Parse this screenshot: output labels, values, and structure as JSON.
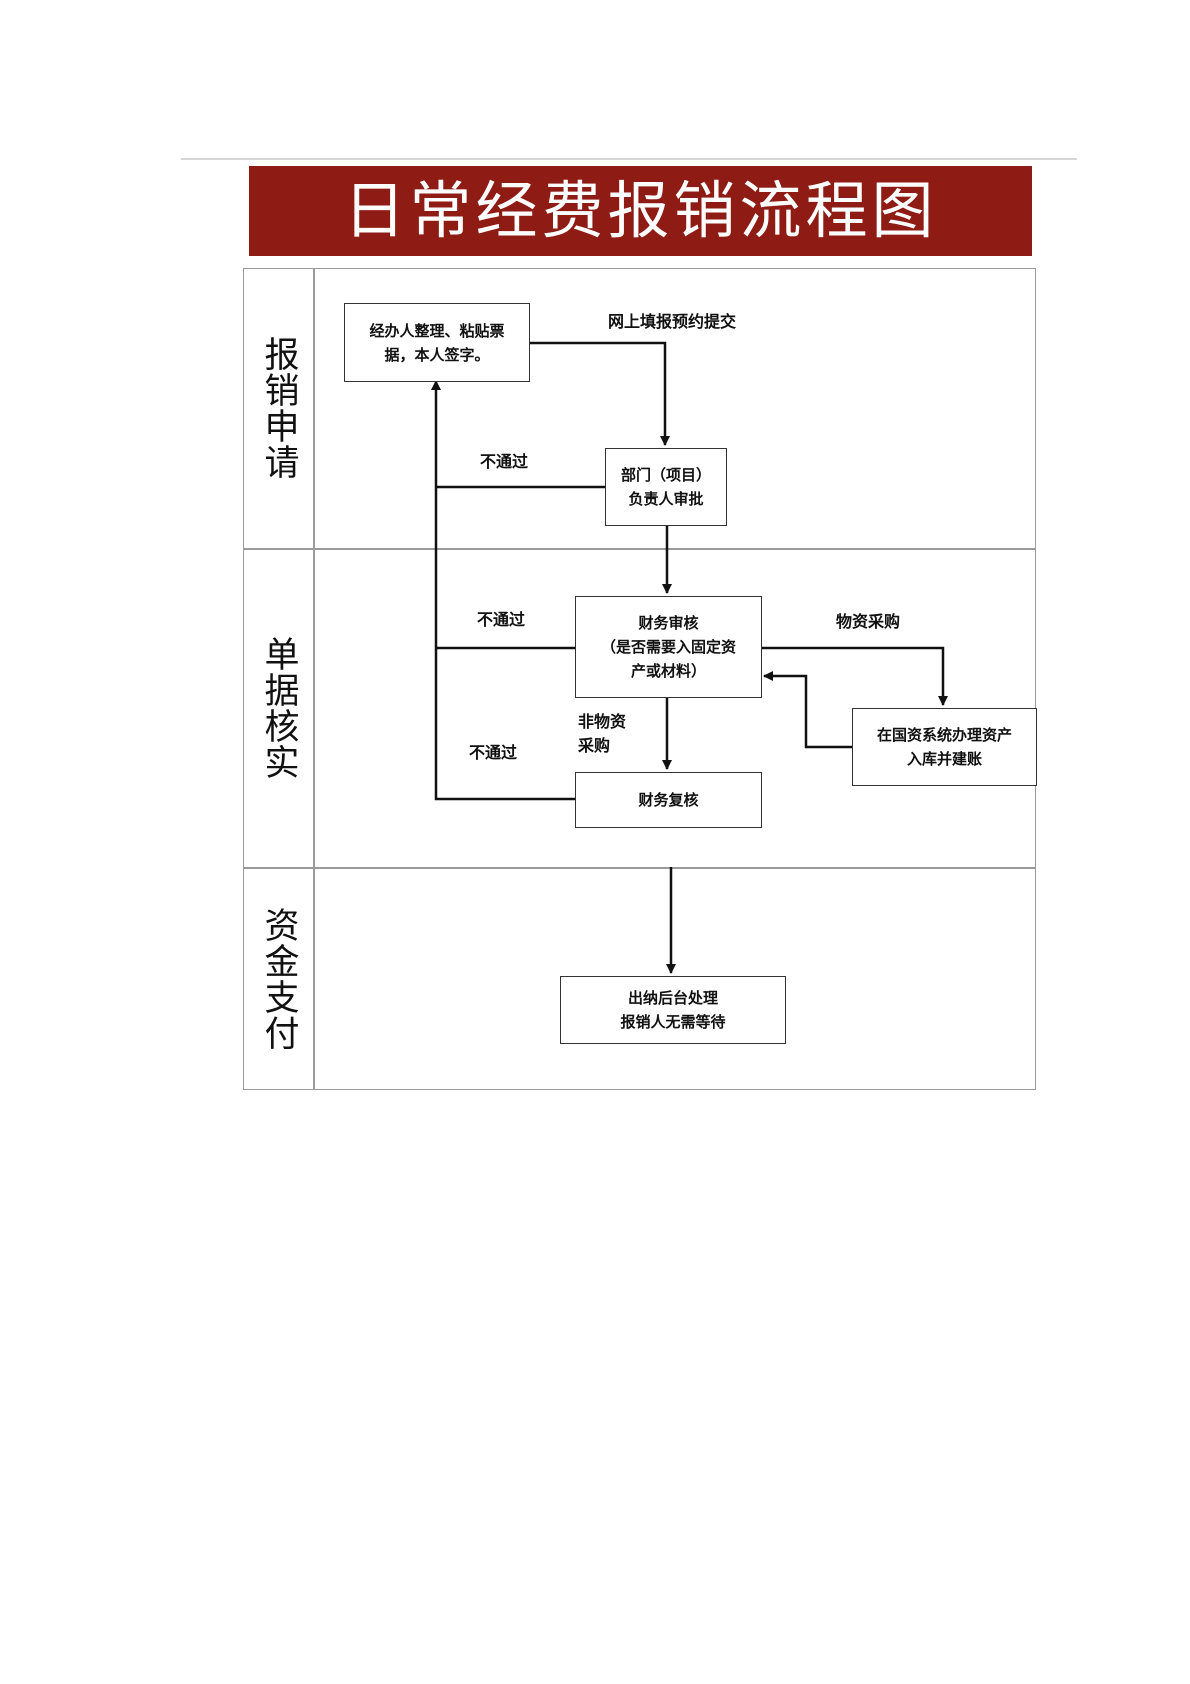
{
  "title": "日常经费报销流程图",
  "colors": {
    "banner": "#8e1b14",
    "banner_text": "#ffffff",
    "line": "#111111"
  },
  "lanes": [
    {
      "label": "报销申请"
    },
    {
      "label": "单据核实"
    },
    {
      "label": "资金支付"
    }
  ],
  "nodes": {
    "organize": "经办人整理、粘贴票\n据，本人签字。",
    "dept_approval": "部门（项目）\n负责人审批",
    "finance_review": "财务审核\n（是否需要入固定资\n产或材料）",
    "asset_system": "在国资系统办理资产\n入库并建账",
    "finance_recheck": "财务复核",
    "cashier": "出纳后台处理\n报销人无需等待"
  },
  "edge_labels": {
    "submit_online": "网上填报预约提交",
    "reject_1": "不通过",
    "reject_2": "不通过",
    "reject_3": "不通过",
    "material_purchase": "物资采购",
    "non_material": "非物资\n采购"
  }
}
